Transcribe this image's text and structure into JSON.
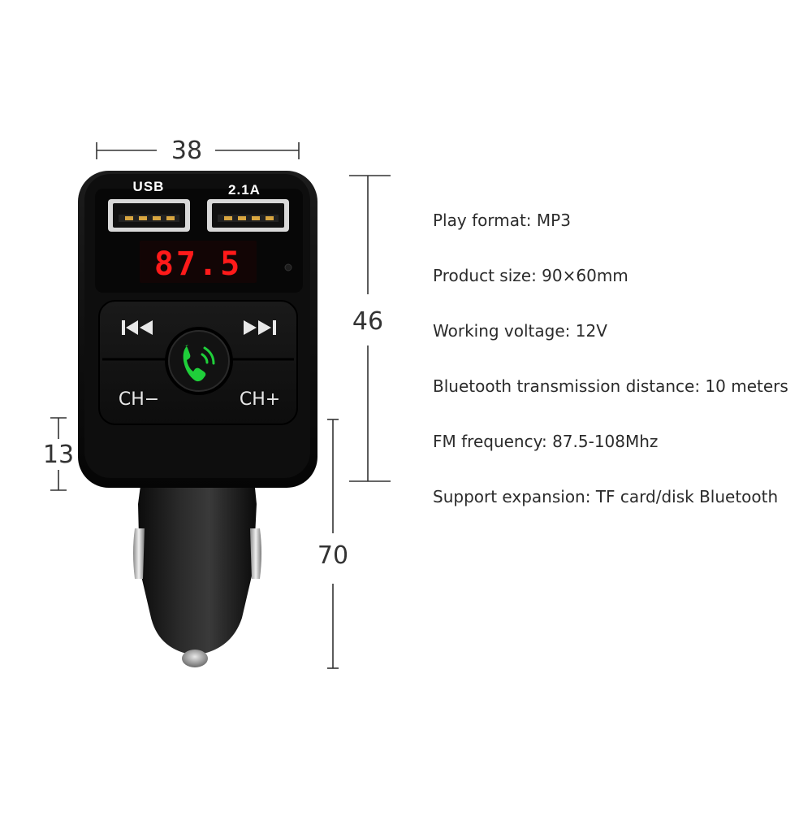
{
  "dimensions": {
    "width": "38",
    "display_height": "46",
    "shaft_height": "70",
    "side": "13"
  },
  "device": {
    "port_left_label": "USB",
    "port_right_label": "2.1A",
    "display_value": "87.5",
    "button_left": "CH−",
    "button_right": "CH+",
    "prev_icon": "previous-track-icon",
    "next_icon": "next-track-icon",
    "call_icon": "phone-call-icon",
    "accent_green": "#1fcf3a",
    "display_red": "#ff1a1a"
  },
  "specs": [
    {
      "label": "Play format:",
      "value": "MP3"
    },
    {
      "label": "Product size:",
      "value": "90×60mm"
    },
    {
      "label": "Working voltage:",
      "value": "12V"
    },
    {
      "label": "Bluetooth transmission distance:",
      "value": "10 meters"
    },
    {
      "label": "FM frequency:",
      "value": "87.5-108Mhz"
    },
    {
      "label": "Support expansion:",
      "value": "TF card/disk Bluetooth"
    }
  ]
}
